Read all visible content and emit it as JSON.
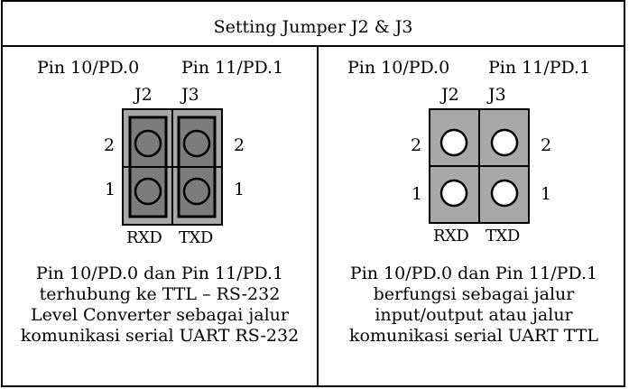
{
  "title": "Setting Jumper J2 & J3",
  "left": {
    "pin_a": "Pin 10/PD.0",
    "pin_b": "Pin 11/PD.1",
    "j2": "J2",
    "j3": "J3",
    "row2_left": "2",
    "row2_right": "2",
    "row1_left": "1",
    "row1_right": "1",
    "rxd": "RXD",
    "txd": "TXD",
    "jumpers": "installed",
    "description": "Pin 10/PD.0 dan Pin 11/PD.1 terhubung ke TTL – RS-232 Level Converter sebagai jalur komunikasi serial UART RS-232"
  },
  "right": {
    "pin_a": "Pin 10/PD.0",
    "pin_b": "Pin 11/PD.1",
    "j2": "J2",
    "j3": "J3",
    "row2_left": "2",
    "row2_right": "2",
    "row1_left": "1",
    "row1_right": "1",
    "rxd": "RXD",
    "txd": "TXD",
    "jumpers": "removed",
    "description": "Pin 10/PD.0 dan Pin 11/PD.1 berfungsi sebagai jalur input/output atau jalur komunikasi serial UART TTL"
  },
  "colors": {
    "header_fill": "#a8a8a8",
    "jumper_cap": "#7c7c7c",
    "pin_hole": "#ffffff",
    "line": "#000000"
  }
}
